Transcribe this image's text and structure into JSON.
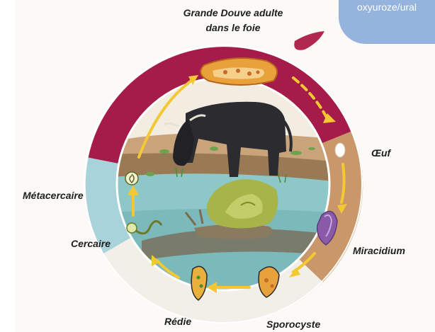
{
  "labels": {
    "adult_line1": "Grande Douve adulte",
    "adult_line2": "dans le foie",
    "egg": "Œuf",
    "miracidium": "Miracidium",
    "sporocyst": "Sporocyste",
    "redia": "Rédie",
    "cercaria": "Cercaire",
    "metacercaria": "Métacercaire"
  },
  "corner_tab_text": "oxyuroze/ural",
  "colors": {
    "adult_ring": "#a51c4a",
    "egg_ring": "#c9976a",
    "water_ring": "#a9d3da",
    "snail_ring": "#f2efe9",
    "arrow": "#f4c832",
    "water": "#8ec7c8",
    "ground": "#9a7a55",
    "sky": "#f3ece0",
    "cow": "#2b2b30",
    "snail_shell": "#a7b44a",
    "fluke": "#e9a13b"
  },
  "icons": [
    "adult-fluke-icon",
    "liver-icon",
    "egg-icon",
    "miracidium-icon",
    "sporocyst-icon",
    "redia-icon",
    "cercaria-icon",
    "metacercaria-icon",
    "cow-icon",
    "snail-icon"
  ]
}
